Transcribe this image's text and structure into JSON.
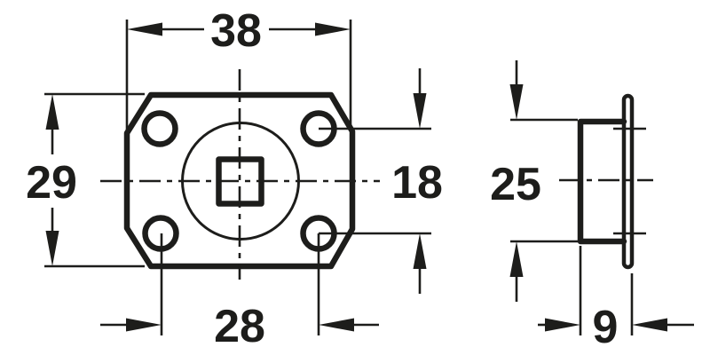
{
  "drawing": {
    "type": "technical-dimension-drawing",
    "background_color": "#ffffff",
    "line_color": "#1d1d1b",
    "views": {
      "front_view": "plate with four corner holes, center circle and square spindle hole",
      "side_view": "body with flange plate"
    },
    "dimensions": {
      "front_width": "38",
      "front_height": "29",
      "hole_pitch_vertical": "18",
      "hole_pitch_horizontal": "28",
      "side_height": "25",
      "side_depth": "9"
    }
  }
}
